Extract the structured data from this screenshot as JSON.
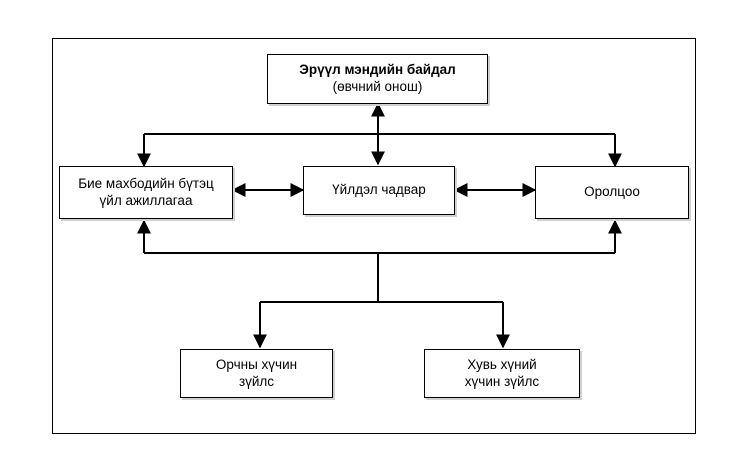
{
  "diagram": {
    "top_box": {
      "title": "Эрүүл мэндийн байдал",
      "subtitle": "(өвчний онош)"
    },
    "left_box": {
      "line1": "Бие махбодийн бүтэц",
      "line2": "үйл ажиллагаа"
    },
    "center_box": {
      "label": "Үйлдэл чадвар"
    },
    "right_box": {
      "label": "Оролцоо"
    },
    "bottom_left_box": {
      "line1": "Орчны хүчин",
      "line2": "зүйлс"
    },
    "bottom_right_box": {
      "line1": "Хувь хүний",
      "line2": "хүчин зүйлс"
    }
  }
}
